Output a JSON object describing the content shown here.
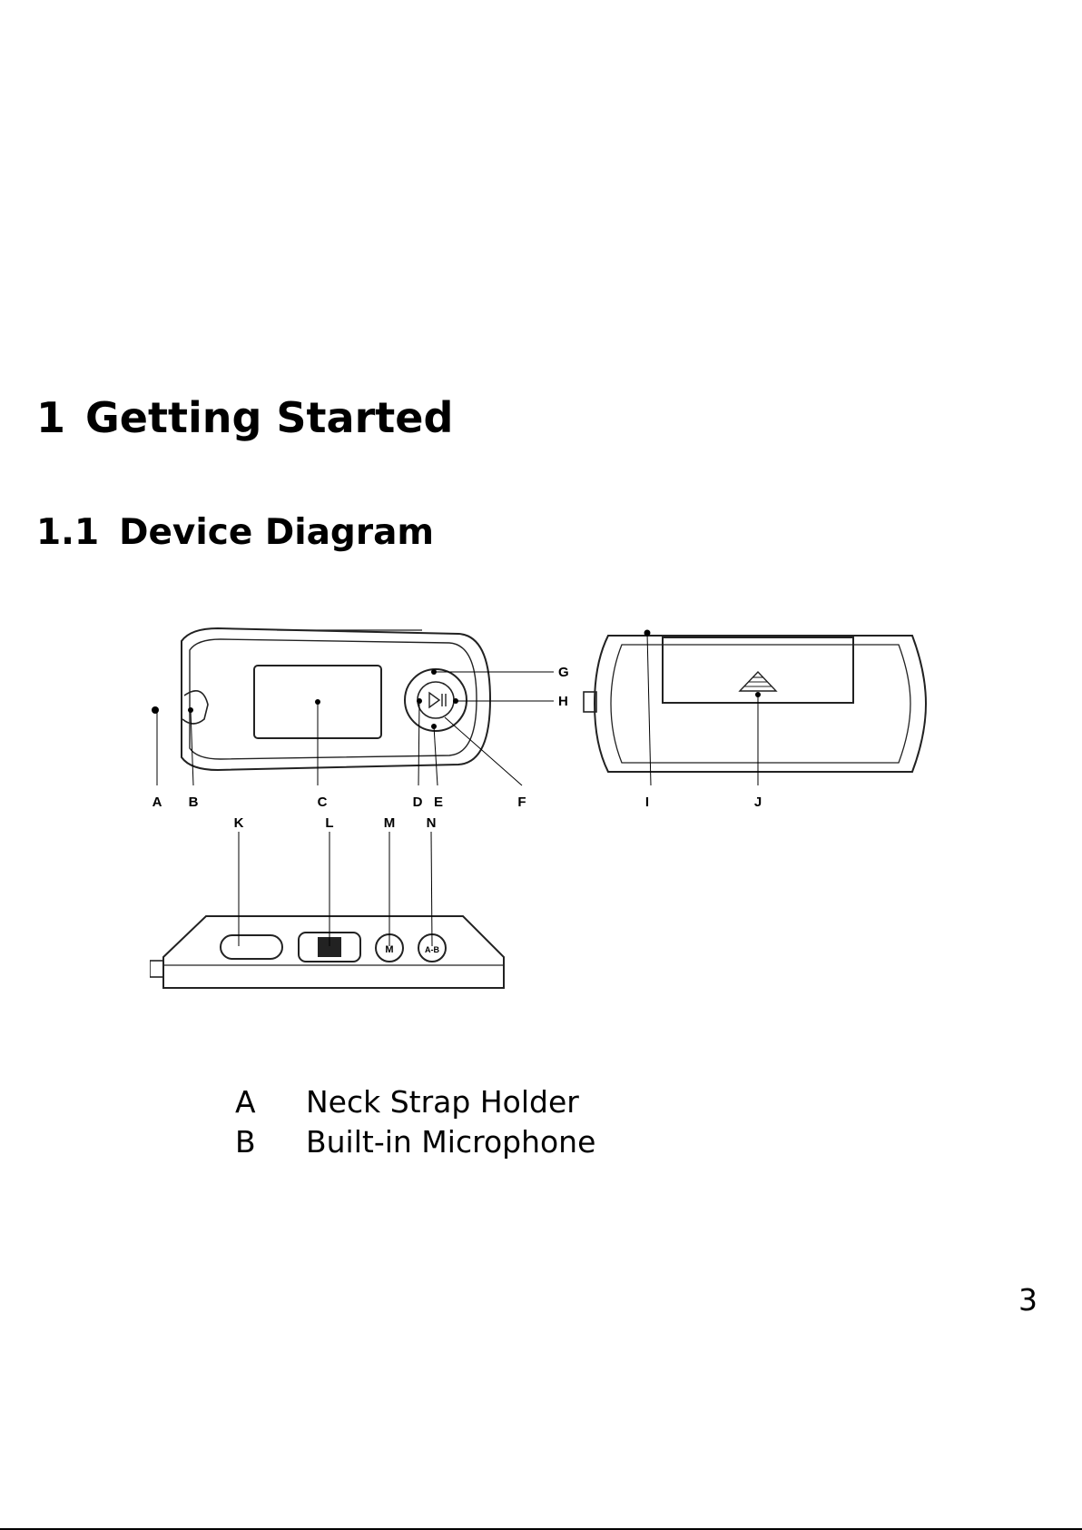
{
  "heading_1": {
    "number": "1",
    "title": "Getting Started"
  },
  "heading_2": {
    "number": "1.1",
    "title": "Device Diagram"
  },
  "diagram": {
    "callouts": [
      "A",
      "B",
      "C",
      "D",
      "E",
      "F",
      "G",
      "H",
      "I",
      "J",
      "K",
      "L",
      "M",
      "N"
    ],
    "button_marks": {
      "mode": "M",
      "repeat": "A-B"
    }
  },
  "legend": [
    {
      "key": "A",
      "label": "Neck Strap Holder"
    },
    {
      "key": "B",
      "label": "Built-in Microphone"
    }
  ],
  "page_number": "3"
}
